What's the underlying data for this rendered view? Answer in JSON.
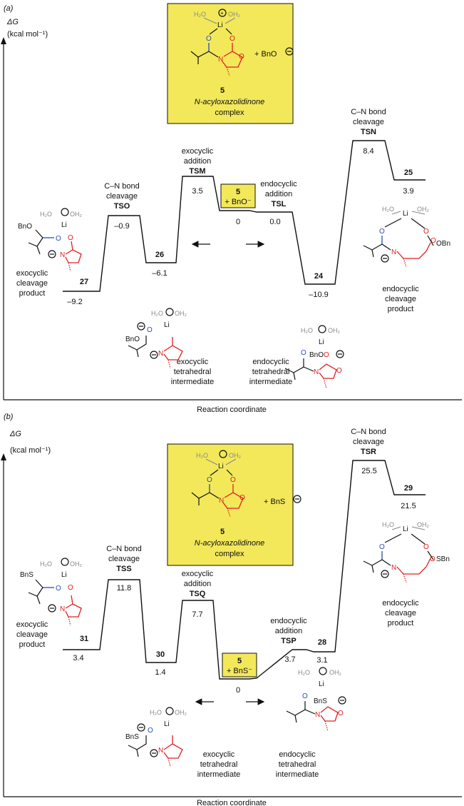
{
  "panel_a": {
    "tag": "(a)",
    "ylabel": "ΔG",
    "yunit": "(kcal mol⁻¹)",
    "xlabel": "Reaction coordinate",
    "complex": {
      "num": "5",
      "line1": "N-acyloxazolidinone",
      "line2": "complex",
      "nuc": "+ BnO"
    },
    "center": {
      "num": "5",
      "sub": "+ BnO⁻",
      "value": "0"
    },
    "states": [
      {
        "id": "27",
        "value": "–9.2"
      },
      {
        "id": "TSO",
        "value": "–0.9",
        "desc1": "C–N bond",
        "desc2": "cleavage"
      },
      {
        "id": "26",
        "value": "–6.1"
      },
      {
        "id": "TSM",
        "value": "3.5",
        "desc1": "exocyclic",
        "desc2": "addition"
      },
      {
        "id": "TSL",
        "value": "0.0",
        "desc1": "endocyclic",
        "desc2": "addition"
      },
      {
        "id": "24",
        "value": "–10.9"
      },
      {
        "id": "TSN",
        "value": "8.4",
        "desc1": "C–N bond",
        "desc2": "cleavage"
      },
      {
        "id": "25",
        "value": "3.9"
      }
    ],
    "captions": {
      "exo_cleavage": [
        "exocyclic",
        "cleavage",
        "product"
      ],
      "exo_tet": [
        "exocyclic",
        "tetrahedral",
        "intermediate"
      ],
      "endo_tet": [
        "endocyclic",
        "tetrahedral",
        "intermediate"
      ],
      "endo_cleavage": [
        "endocyclic",
        "cleavage",
        "product"
      ]
    },
    "mol_labels": {
      "bno": "BnO",
      "obn": "OBn",
      "bno2": "BnO"
    }
  },
  "panel_b": {
    "tag": "(b)",
    "ylabel": "ΔG",
    "yunit": "(kcal mol⁻¹)",
    "xlabel": "Reaction coordinate",
    "complex": {
      "num": "5",
      "line1": "N-acyloxazolidinone",
      "line2": "complex",
      "nuc": "+ BnS"
    },
    "center": {
      "num": "5",
      "sub": "+ BnS⁻",
      "value": "0"
    },
    "states": [
      {
        "id": "31",
        "value": "3.4"
      },
      {
        "id": "TSS",
        "value": "11.8",
        "desc1": "C–N bond",
        "desc2": "cleavage"
      },
      {
        "id": "30",
        "value": "1.4"
      },
      {
        "id": "TSQ",
        "value": "7.7",
        "desc1": "exocyclic",
        "desc2": "addition"
      },
      {
        "id": "TSP",
        "value": "3.7",
        "desc1": "endocyclic",
        "desc2": "addition"
      },
      {
        "id": "28",
        "value": "3.1"
      },
      {
        "id": "TSR",
        "value": "25.5",
        "desc1": "C–N bond",
        "desc2": "cleavage"
      },
      {
        "id": "29",
        "value": "21.5"
      }
    ],
    "captions": {
      "exo_cleavage": [
        "exocyclic",
        "cleavage",
        "product"
      ],
      "exo_tet": [
        "exocyclic",
        "tetrahedral",
        "intermediate"
      ],
      "endo_tet": [
        "endocyclic",
        "tetrahedral",
        "intermediate"
      ],
      "endo_cleavage": [
        "endocyclic",
        "cleavage",
        "product"
      ]
    },
    "mol_labels": {
      "bns": "BnS",
      "sbn": "SBn",
      "bns2": "BnS"
    }
  },
  "atoms": {
    "h2o": "H₂O",
    "oh2": "OH₂",
    "li": "Li",
    "o": "O",
    "n": "N",
    "plus": "+",
    "minus": "–"
  },
  "colors": {
    "box": "#f3e85a",
    "red": "#e02020",
    "blue": "#2a4fb0",
    "gray": "#888888"
  }
}
